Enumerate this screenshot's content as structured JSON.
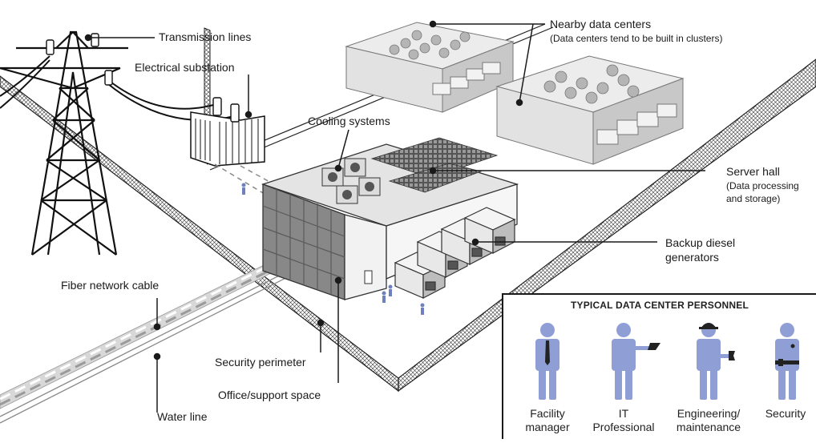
{
  "labels": {
    "transmission_lines": "Transmission lines",
    "electrical_substation": "Electrical substation",
    "nearby_data_centers": "Nearby data centers",
    "nearby_data_centers_note": "(Data centers tend to be built in clusters)",
    "cooling_systems": "Cooling systems",
    "server_hall": "Server hall",
    "server_hall_note_1": "(Data processing",
    "server_hall_note_2": "and storage)",
    "backup_generators_1": "Backup diesel",
    "backup_generators_2": "generators",
    "fiber_network_cable": "Fiber network cable",
    "security_perimeter": "Security perimeter",
    "office_support_space": "Office/support space",
    "water_line": "Water line"
  },
  "personnel": {
    "title": "TYPICAL DATA CENTER PERSONNEL",
    "roles": [
      {
        "line1": "Facility",
        "line2": "manager",
        "icon": "facility-manager-icon"
      },
      {
        "line1": "IT",
        "line2": "Professional",
        "icon": "it-professional-icon"
      },
      {
        "line1": "Engineering/",
        "line2": "maintenance",
        "icon": "engineer-icon"
      },
      {
        "line1": "Security",
        "line2": "",
        "icon": "security-guard-icon"
      }
    ]
  },
  "colors": {
    "person": "#8f9fd6",
    "person_dark": "#6f80c0",
    "line": "#1a1a1a",
    "building_light": "#f1f1f1",
    "building_mid": "#d9d9d9",
    "building_dark": "#a9a9a9"
  }
}
